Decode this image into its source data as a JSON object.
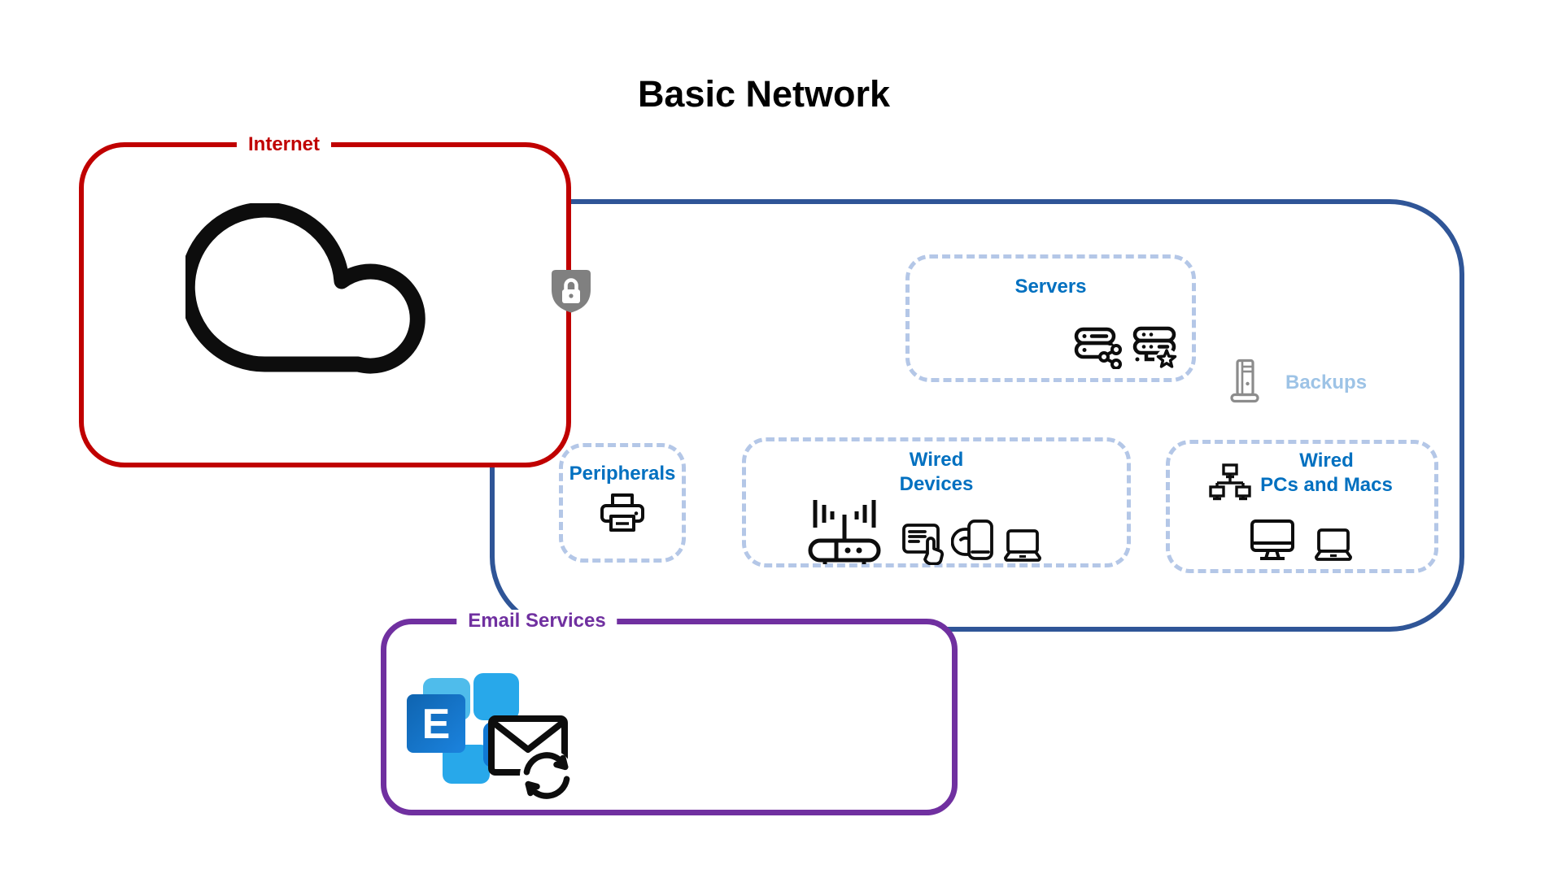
{
  "title": "Basic Network",
  "colors": {
    "internet_border": "#C00000",
    "network_border": "#2F5597",
    "email_border": "#7030A0",
    "zone_dashed_border": "#B4C7E7",
    "zone_label_text": "#0070C0",
    "backups_text": "#9DC3E6",
    "shield_gray": "#808080",
    "icon_black": "#0d0d0d",
    "exchange_blue": "#28A8EA"
  },
  "internet": {
    "label": "Internet",
    "icon": "cloud-icon"
  },
  "security": {
    "icon": "shield-lock-icon"
  },
  "network": {
    "servers": {
      "label": "Servers",
      "icons": [
        "server-share-icon",
        "server-star-icon"
      ]
    },
    "backups": {
      "label": "Backups",
      "icon": "backup-drive-icon"
    },
    "peripherals": {
      "label": "Peripherals",
      "icon": "printer-icon"
    },
    "wired_devices": {
      "label_line1": "Wired",
      "label_line2": "Devices",
      "icons": [
        "router-icon",
        "tablet-touch-icon",
        "phone-hand-icon",
        "laptop-icon"
      ]
    },
    "wired_pcs": {
      "label_line1": "Wired",
      "label_line2": "PCs and Macs",
      "icons": [
        "network-tree-icon",
        "desktop-icon",
        "laptop-icon"
      ]
    }
  },
  "email": {
    "label": "Email Services",
    "logo_letter": "E",
    "icon": "exchange-logo"
  }
}
